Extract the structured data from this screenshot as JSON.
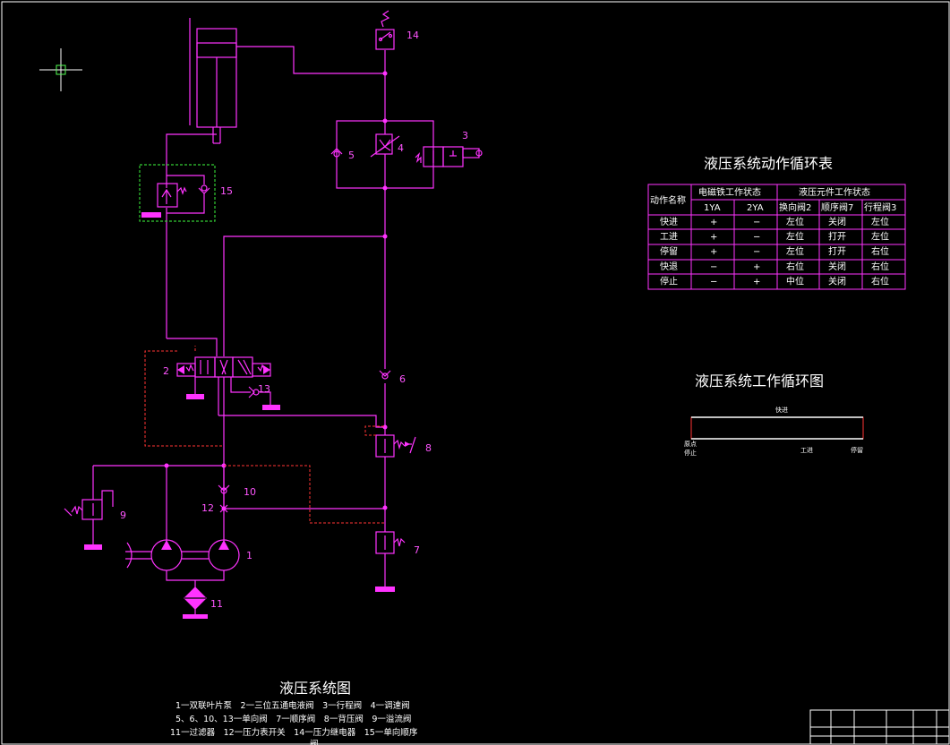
{
  "diagram": {
    "title": "液压系统图",
    "legend_lines": [
      "1一双联叶片泵　2一三位五通电液阀　3一行程阀　4一调速阀",
      "5、6、10、13一单向阀　7一顺序阀　8一背压阀　9一溢流阀",
      "11一过滤器　12一压力表开关　14一压力继电器　15一单向顺序",
      "阀"
    ],
    "component_labels": {
      "c1": "1",
      "c2": "2",
      "c3": "3",
      "c4": "4",
      "c5": "5",
      "c6": "6",
      "c7": "7",
      "c8": "8",
      "c9": "9",
      "c10": "10",
      "c11": "11",
      "c12": "12",
      "c13": "13",
      "c14": "14",
      "c15": "15"
    }
  },
  "action_table": {
    "title": "液压系统动作循环表",
    "col_action": "动作名称",
    "group_solenoid": "电磁铁工作状态",
    "group_components": "液压元件工作状态",
    "sub_headers": [
      "1YA",
      "2YA",
      "换向阀2",
      "顺序阀7",
      "行程阀3"
    ],
    "rows": [
      [
        "快进",
        "+",
        "−",
        "左位",
        "关闭",
        "左位"
      ],
      [
        "工进",
        "+",
        "−",
        "左位",
        "打开",
        "左位"
      ],
      [
        "停留",
        "+",
        "−",
        "左位",
        "打开",
        "右位"
      ],
      [
        "快退",
        "−",
        "+",
        "右位",
        "关闭",
        "右位"
      ],
      [
        "停止",
        "−",
        "+",
        "中位",
        "关闭",
        "右位"
      ]
    ]
  },
  "cycle_chart": {
    "title": "液压系统工作循环图",
    "top_label": "快进",
    "left_label_1": "原点",
    "left_label_2": "停止",
    "mid_label": "工进",
    "right_label": "停留"
  },
  "colors": {
    "line": "#ff33ff",
    "return": "#ff3333",
    "green": "#33cc33",
    "text": "#ffffff"
  }
}
